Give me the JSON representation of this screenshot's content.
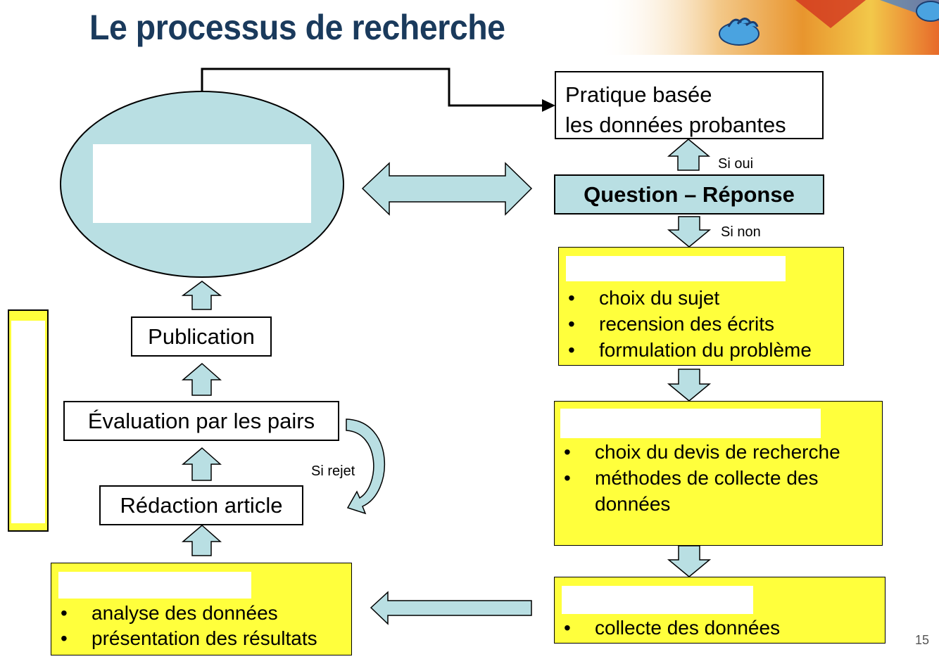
{
  "title": "Le processus de recherche",
  "page_number": "15",
  "evidence_box": {
    "line1": "Pratique basée",
    "line2": "les données probantes"
  },
  "question_box": {
    "label": "Question – Réponse"
  },
  "labels": {
    "si_oui": "Si oui",
    "si_non": "Si non",
    "si_rejet": "Si rejet"
  },
  "left_column": {
    "publication": "Publication",
    "evaluation": "Évaluation par les pairs",
    "redaction": "Rédaction article"
  },
  "phase1": {
    "items": [
      "choix du sujet",
      "recension des écrits",
      "formulation du problème"
    ]
  },
  "phase2": {
    "items": [
      "choix du devis de recherche",
      "méthodes de collecte des",
      "données"
    ]
  },
  "phase3": {
    "items": [
      "collecte des données"
    ]
  },
  "phase4": {
    "items": [
      "analyse des données",
      "présentation des résultats"
    ]
  },
  "bullet_glyph": "•",
  "colors": {
    "title": "#1a3a5c",
    "phase_fill": "#ffff3c",
    "arrow_fill": "#b9dfe3"
  }
}
